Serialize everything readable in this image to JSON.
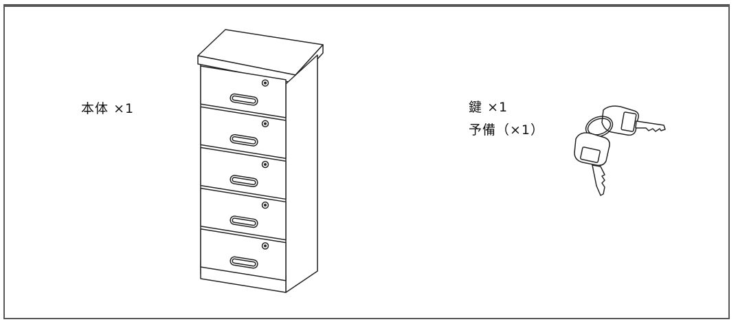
{
  "items": {
    "body": {
      "name": "本体",
      "quantity": "×1"
    },
    "key": {
      "name": "鍵",
      "quantity": "×1"
    },
    "spare": {
      "name": "予備",
      "quantity": "（×1）"
    }
  },
  "illustrations": {
    "cabinet_icon": "drawer-cabinet-icon",
    "keys_icon": "key-ring-icon",
    "drawer_count": 5
  }
}
